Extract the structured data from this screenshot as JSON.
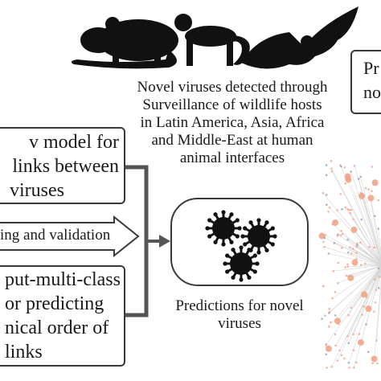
{
  "surveillance_caption": [
    "Novel viruses detected through",
    "Surveillance of wildlife hosts",
    "in Latin America, Asia, Africa",
    "and Middle-East at human",
    "animal interfaces"
  ],
  "right_box_partial": [
    "Pr",
    "no"
  ],
  "left_box_top": [
    "v model for",
    "links between",
    "viruses"
  ],
  "left_arrow_label": "ing and validation",
  "left_box_bottom": [
    "put-multi-class",
    "or predicting",
    "nical order of",
    "links"
  ],
  "prediction_caption": [
    "Predictions for novel",
    "viruses"
  ],
  "silhouettes": [
    "rodent",
    "primate",
    "bat"
  ],
  "colors": {
    "stroke": "#3a3a3a",
    "virus": "#111111",
    "network_node": "#f0a58a",
    "network_node_blue": "#8aa4c8",
    "network_edge": "#d7d7d7"
  }
}
